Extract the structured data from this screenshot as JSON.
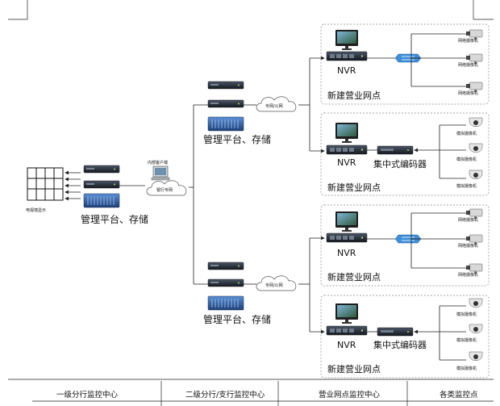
{
  "labels": {
    "tv_wall": "电视墙显示",
    "hq_platform": "管理平台、存储",
    "bank_net": "银行专网",
    "internal_client": "内部客户端",
    "branch_platform": "管理平台、存储",
    "private_public_net": "专网/公网",
    "nvr": "NVR",
    "new_branch": "新建营业网点",
    "encoder": "集中式编码器",
    "ip_camera": "网络摄像机",
    "analog_camera": "模拟摄像机"
  },
  "zones": [
    "一级分行监控中心",
    "二级分行/支行监控中心",
    "营业网点监控中心",
    "各类监控点"
  ]
}
